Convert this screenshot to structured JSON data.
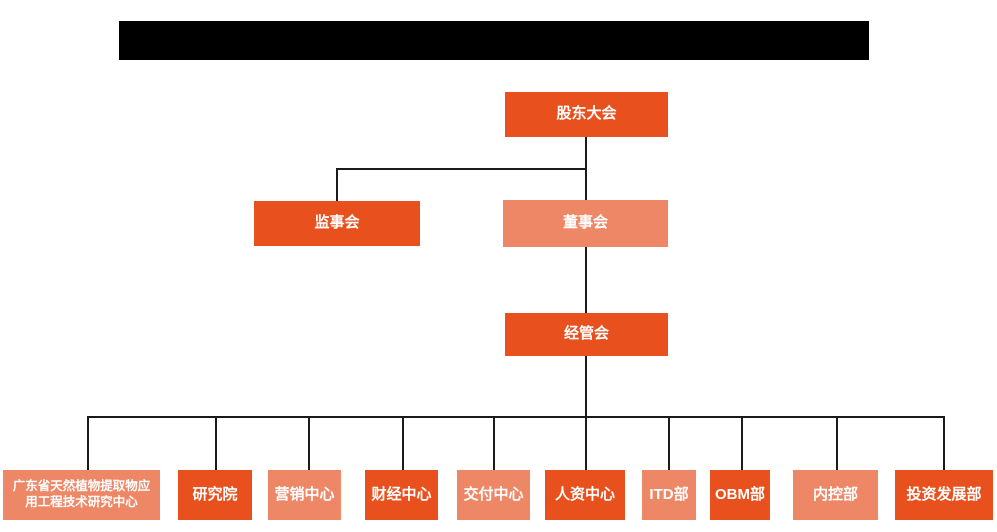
{
  "colors": {
    "primary": "#E8501D",
    "secondary": "#EE8766",
    "line": "#1a1a1a",
    "title_bar": "#000000"
  },
  "title_bar": {
    "text": ""
  },
  "org_chart": {
    "type": "org-tree",
    "nodes": [
      {
        "id": "shareholders-meeting",
        "label": "股东大会",
        "variant": "primary",
        "level": 1,
        "parent": null
      },
      {
        "id": "supervisory-board",
        "label": "监事会",
        "variant": "primary",
        "level": 2,
        "parent": "shareholders-meeting"
      },
      {
        "id": "board-of-directors",
        "label": "董事会",
        "variant": "secondary",
        "level": 2,
        "parent": "shareholders-meeting"
      },
      {
        "id": "management-committee",
        "label": "经管会",
        "variant": "primary",
        "level": 3,
        "parent": "board-of-directors"
      },
      {
        "id": "gd-natural-plant-extract-research-center",
        "label": "广东省天然植物提取物应用工程技术研究中心",
        "variant": "secondary",
        "level": 4,
        "parent": "management-committee"
      },
      {
        "id": "research-institute",
        "label": "研究院",
        "variant": "primary",
        "level": 4,
        "parent": "management-committee"
      },
      {
        "id": "marketing-center",
        "label": "营销中心",
        "variant": "secondary",
        "level": 4,
        "parent": "management-committee"
      },
      {
        "id": "finance-center",
        "label": "财经中心",
        "variant": "primary",
        "level": 4,
        "parent": "management-committee"
      },
      {
        "id": "delivery-center",
        "label": "交付中心",
        "variant": "secondary",
        "level": 4,
        "parent": "management-committee"
      },
      {
        "id": "hr-center",
        "label": "人资中心",
        "variant": "primary",
        "level": 4,
        "parent": "management-committee"
      },
      {
        "id": "itd-department",
        "label": "ITD部",
        "variant": "secondary",
        "level": 4,
        "parent": "management-committee"
      },
      {
        "id": "obm-department",
        "label": "OBM部",
        "variant": "primary",
        "level": 4,
        "parent": "management-committee"
      },
      {
        "id": "internal-control-department",
        "label": "内控部",
        "variant": "secondary",
        "level": 4,
        "parent": "management-committee"
      },
      {
        "id": "investment-development-department",
        "label": "投资发展部",
        "variant": "primary",
        "level": 4,
        "parent": "management-committee"
      }
    ]
  }
}
